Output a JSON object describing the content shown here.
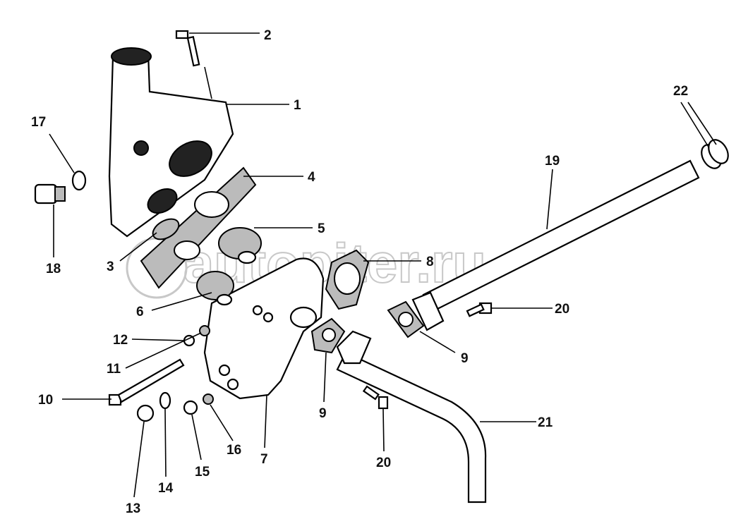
{
  "diagram": {
    "watermark": "autopiter.ru",
    "callouts": [
      "1",
      "2",
      "3",
      "4",
      "5",
      "6",
      "7",
      "8",
      "9",
      "9",
      "10",
      "11",
      "12",
      "13",
      "14",
      "15",
      "16",
      "17",
      "18",
      "19",
      "20",
      "20",
      "21",
      "22"
    ]
  }
}
